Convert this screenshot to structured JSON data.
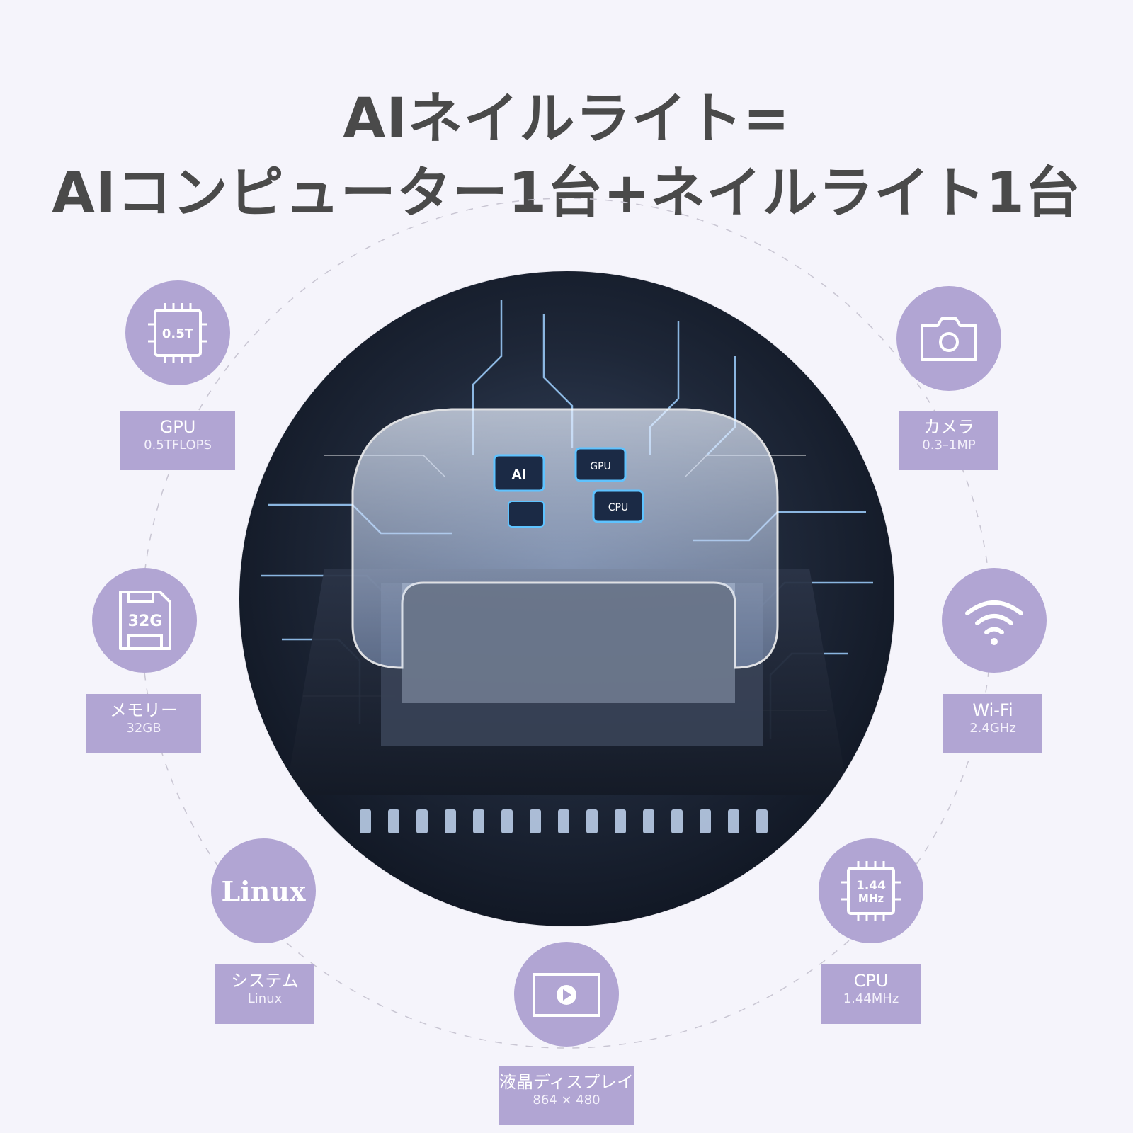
{
  "title": {
    "line1": "AIネイルライト=",
    "line2": "AIコンピューター1台+ネイルライト1台"
  },
  "colors": {
    "background": "#f5f4fb",
    "accent": "#b1a5d3",
    "title_text": "#4a4a4a",
    "label_text": "#ffffff"
  },
  "hero": {
    "chip_labels": [
      "AI",
      "GPU",
      "CPU"
    ]
  },
  "features": [
    {
      "id": "gpu",
      "icon": "chip-icon",
      "icon_text": "0.5T",
      "title": "GPU",
      "subtitle": "0.5TFLOPS"
    },
    {
      "id": "camera",
      "icon": "camera-icon",
      "icon_text": "",
      "title": "カメラ",
      "subtitle": "0.3–1MP"
    },
    {
      "id": "memory",
      "icon": "sd-card-icon",
      "icon_text": "32G",
      "title": "メモリー",
      "subtitle": "32GB"
    },
    {
      "id": "wifi",
      "icon": "wifi-icon",
      "icon_text": "",
      "title": "Wi-Fi",
      "subtitle": "2.4GHz"
    },
    {
      "id": "system",
      "icon": "linux-icon",
      "icon_text": "Linux",
      "title": "システム",
      "subtitle": "Linux"
    },
    {
      "id": "cpu",
      "icon": "chip-icon",
      "icon_text_line1": "1.44",
      "icon_text_line2": "MHz",
      "title": "CPU",
      "subtitle": "1.44MHz"
    },
    {
      "id": "display",
      "icon": "display-play-icon",
      "icon_text": "",
      "title": "液晶ディスプレイ",
      "subtitle": "864 × 480"
    }
  ]
}
